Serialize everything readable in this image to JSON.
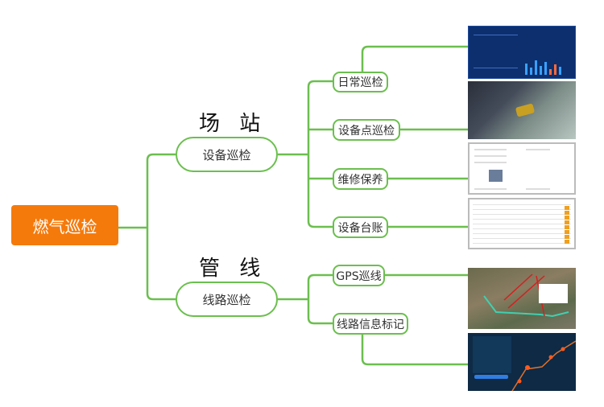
{
  "root": {
    "label": "燃气巡检"
  },
  "branches": [
    {
      "header": "场 站",
      "label": "设备巡检",
      "children": [
        {
          "label": "日常巡检",
          "image": "dashboard-screenshot"
        },
        {
          "label": "设备点巡检",
          "image": "handheld-device-photo"
        },
        {
          "label": "维修保养",
          "image": "maintenance-form-screenshot"
        },
        {
          "label": "设备台账",
          "image": "equipment-ledger-table-screenshot"
        }
      ]
    },
    {
      "header": "管 线",
      "label": "线路巡检",
      "children": [
        {
          "label": "GPS巡线",
          "image": "satellite-map-route-screenshot"
        },
        {
          "label": "线路信息标记",
          "image": "pipeline-map-markers-screenshot"
        }
      ]
    }
  ],
  "colors": {
    "root": "#f57a0c",
    "line": "#6bbf4e"
  }
}
